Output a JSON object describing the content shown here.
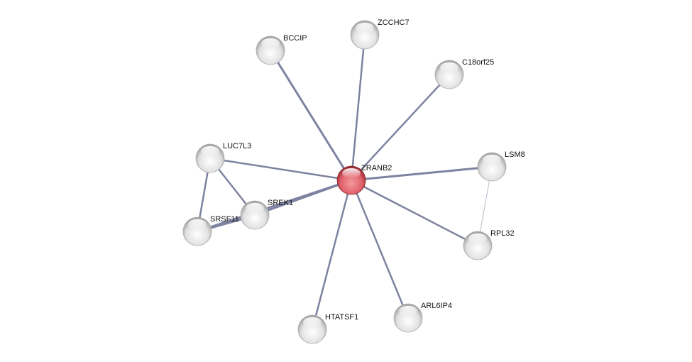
{
  "network": {
    "query_node": "ZRANB2",
    "nodes": [
      "ZRANB2",
      "BCCIP",
      "ZCCHC7",
      "C18orf25",
      "LUC7L3",
      "LSM8",
      "SREK1",
      "SRSF11",
      "RPL32",
      "HTATSF1",
      "ARL6IP4"
    ],
    "edges": [
      {
        "a": "ZRANB2",
        "b": "BCCIP",
        "weight": 3
      },
      {
        "a": "ZRANB2",
        "b": "ZCCHC7",
        "weight": 2
      },
      {
        "a": "ZRANB2",
        "b": "C18orf25",
        "weight": 2
      },
      {
        "a": "ZRANB2",
        "b": "LUC7L3",
        "weight": 2
      },
      {
        "a": "ZRANB2",
        "b": "LSM8",
        "weight": 3
      },
      {
        "a": "ZRANB2",
        "b": "SREK1",
        "weight": 3
      },
      {
        "a": "ZRANB2",
        "b": "SRSF11",
        "weight": 3
      },
      {
        "a": "ZRANB2",
        "b": "RPL32",
        "weight": 2
      },
      {
        "a": "ZRANB2",
        "b": "HTATSF1",
        "weight": 2
      },
      {
        "a": "ZRANB2",
        "b": "ARL6IP4",
        "weight": 2
      },
      {
        "a": "LUC7L3",
        "b": "SREK1",
        "weight": 2
      },
      {
        "a": "LUC7L3",
        "b": "SRSF11",
        "weight": 2
      },
      {
        "a": "SRSF11",
        "b": "SREK1",
        "weight": 4
      },
      {
        "a": "LSM8",
        "b": "RPL32",
        "weight": 1
      }
    ],
    "colors": {
      "query": "#e0606a",
      "other": "#e6e6e6",
      "edge": "#7d83a0"
    }
  }
}
